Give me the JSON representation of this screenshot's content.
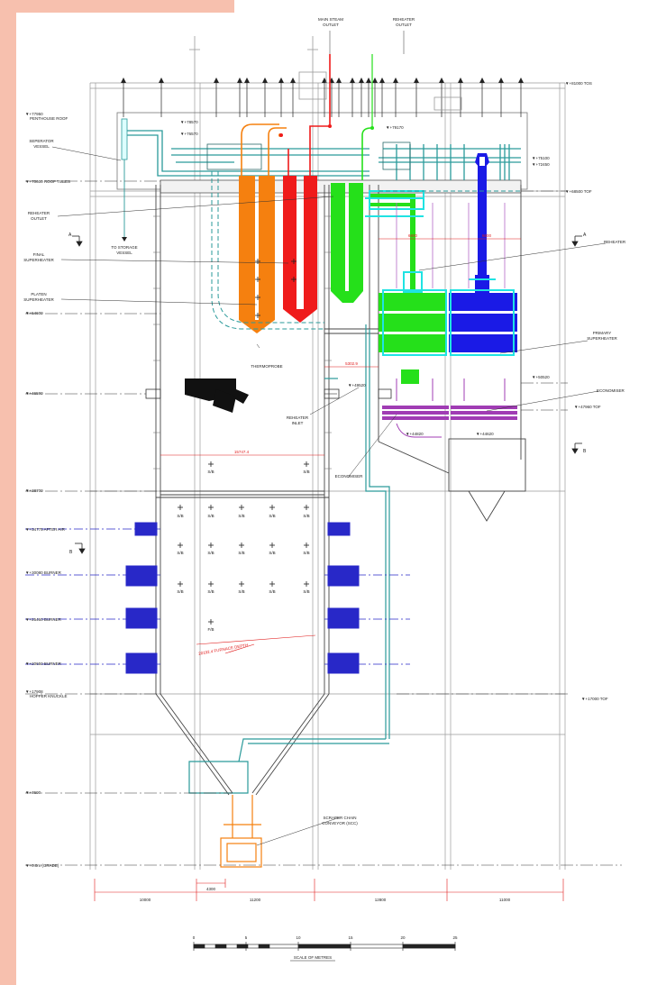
{
  "top_labels": {
    "main_steam": [
      "MAIN STEAM",
      "OUTLET"
    ],
    "reheater_outlet_top": [
      "REHEATER",
      "OUTLET"
    ]
  },
  "left_labels": {
    "penthouse_level": "▼+77950",
    "penthouse_roof": "PENTHOUSE ROOF",
    "separator": [
      "SEPERATOR",
      "VESSEL"
    ],
    "roof_tubes": "▼+70600 ROOF TUBES",
    "reheater_outlet": [
      "REHEATER",
      "OUTLET"
    ],
    "to_storage": [
      "TO STORAGE",
      "VESSEL"
    ],
    "final_sh": [
      "FINAL",
      "SUPERHEATER"
    ],
    "platen_sh": [
      "PLATEN",
      "SUPERHEATER"
    ],
    "lvl_54": "▼+54600",
    "lvl_46": "▼+46590",
    "lvl_38": "▼+38700",
    "after_air": "▼+34775 AFTER AIR",
    "burner1": "▼+30080 BURNER",
    "burner2": "▼+25460 BURNER",
    "burner3": "▼+20650 BURNER",
    "hopper": [
      "▼+17908",
      "HOPPER KNUCKLE"
    ],
    "lvl_7": "▼+7600",
    "grade": "▼+0.0m (GRADE)"
  },
  "inner_labels": {
    "el_78570a": "▼+78570",
    "el_78570b": "▼+76570",
    "el_79170": "▼+79170",
    "el_75100": "▼+75100",
    "el_72450": "▼+72450",
    "thermoprobe": "THERMOPROBE",
    "reheater_inlet": [
      "REHEATER",
      "INLET"
    ],
    "economiser_label": "ECONOMISER",
    "el_50520": "▼+50520",
    "el_49520": "▼+49520",
    "el_44820a": "▼+44820",
    "el_44620b": "▼+44620",
    "dim_6600a": "6600",
    "dim_6600b": "6600",
    "dim_5302": "5302.9",
    "dim_15747": "15747.4",
    "furnace_depth": "20192.4 FURNACE DEPTH",
    "section_a": "A",
    "section_b": "B",
    "sb": "S/B",
    "fb": "F/B",
    "scc": [
      "SCRAPER CHAIN",
      "CONVEYOR (SCC)"
    ]
  },
  "right_labels": {
    "tos_81000": "▼+81000 TOS",
    "tof_68500": "▼+68500 TOF",
    "reheater": "REHEATER",
    "primary_sh": [
      "PRIMARY",
      "SUPERHEATER"
    ],
    "economiser": "ECONOMISER",
    "tof_47960": "▼+47960 TOF",
    "tof_17000": "▼+17000 TOF",
    "section_a": "A",
    "section_b": "B"
  },
  "bottom_dims": [
    "10000",
    "4300",
    "11200",
    "12800",
    "11000"
  ],
  "scale": {
    "ticks": [
      "0",
      "5",
      "10",
      "15",
      "20",
      "25"
    ],
    "label": "SCALE OF METRES"
  },
  "colors": {
    "final_sh": "#f5800f",
    "platen": "#ef1b1b",
    "reheater": "#25e01a",
    "primary_sh": "#1a1ae6",
    "economiser": "#a03cb4",
    "cyan": "#1fe3e3",
    "teal": "#2a9a9a",
    "burner": "#2828c8",
    "dim_red": "#e01a1a",
    "band": "#f7c0ae"
  }
}
